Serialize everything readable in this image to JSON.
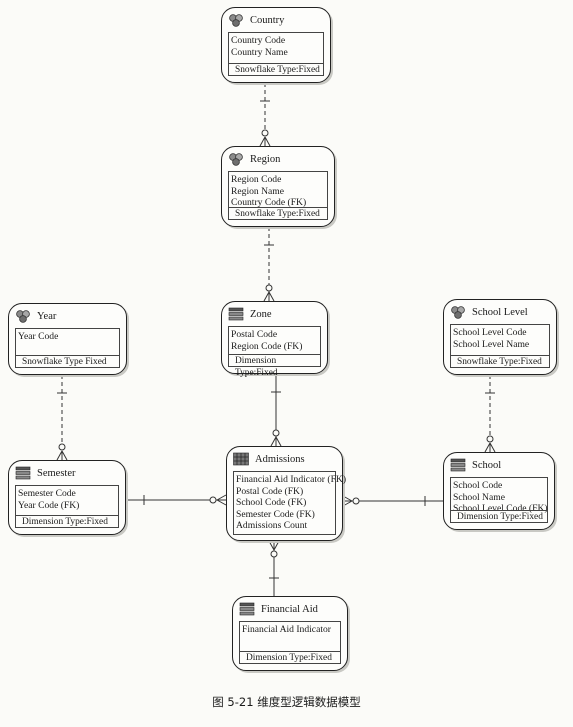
{
  "entities": {
    "country": {
      "title": "Country",
      "icon": "snowflake-dimension-icon",
      "attributes": [
        "Country Code",
        "Country Name"
      ],
      "footer": "Snowflake Type:Fixed"
    },
    "region": {
      "title": "Region",
      "icon": "snowflake-dimension-icon",
      "attributes": [
        "Region Code",
        "Region Name",
        "Country Code (FK)"
      ],
      "footer": "Snowflake Type:Fixed"
    },
    "zone": {
      "title": "Zone",
      "icon": "dimension-table-icon",
      "attributes": [
        "Postal Code",
        "Region Code (FK)"
      ],
      "footer": "Dimension Type:Fixed"
    },
    "year": {
      "title": "Year",
      "icon": "snowflake-dimension-icon",
      "attributes": [
        "Year Code"
      ],
      "footer": "Snowflake Type Fixed"
    },
    "school_level": {
      "title": "School Level",
      "icon": "snowflake-dimension-icon",
      "attributes": [
        "School Level Code",
        "School Level Name"
      ],
      "footer": "Snowflake Type:Fixed"
    },
    "semester": {
      "title": "Semester",
      "icon": "dimension-table-icon",
      "attributes": [
        "Semester Code",
        "Year Code (FK)"
      ],
      "footer": "Dimension Type:Fixed"
    },
    "admissions": {
      "title": "Admissions",
      "icon": "fact-table-icon",
      "attributes": [
        "Financial Aid  Indicator (FK)",
        "Postal Code (FK)",
        "School Code (FK)",
        "Semester Code (FK)",
        "Admissions Count"
      ],
      "footer": ""
    },
    "school": {
      "title": "School",
      "icon": "dimension-table-icon",
      "attributes": [
        "School Code",
        "School Name",
        "School Level Code (FK)"
      ],
      "footer": "Dimension Type:Fixed"
    },
    "financial_aid": {
      "title": "Financial Aid",
      "icon": "dimension-table-icon",
      "attributes": [
        "Financial Aid Indicator"
      ],
      "footer": "Dimension Type:Fixed"
    }
  },
  "relationships": [
    {
      "parent": "country",
      "child": "region",
      "style": "dashed"
    },
    {
      "parent": "region",
      "child": "zone",
      "style": "dashed"
    },
    {
      "parent": "zone",
      "child": "admissions",
      "style": "solid"
    },
    {
      "parent": "year",
      "child": "semester",
      "style": "dashed"
    },
    {
      "parent": "semester",
      "child": "admissions",
      "style": "solid"
    },
    {
      "parent": "school",
      "child": "admissions",
      "style": "solid"
    },
    {
      "parent": "school_level",
      "child": "school",
      "style": "dashed"
    },
    {
      "parent": "financial_aid",
      "child": "admissions",
      "style": "solid"
    }
  ],
  "caption": "图 5-21    维度型逻辑数据模型"
}
